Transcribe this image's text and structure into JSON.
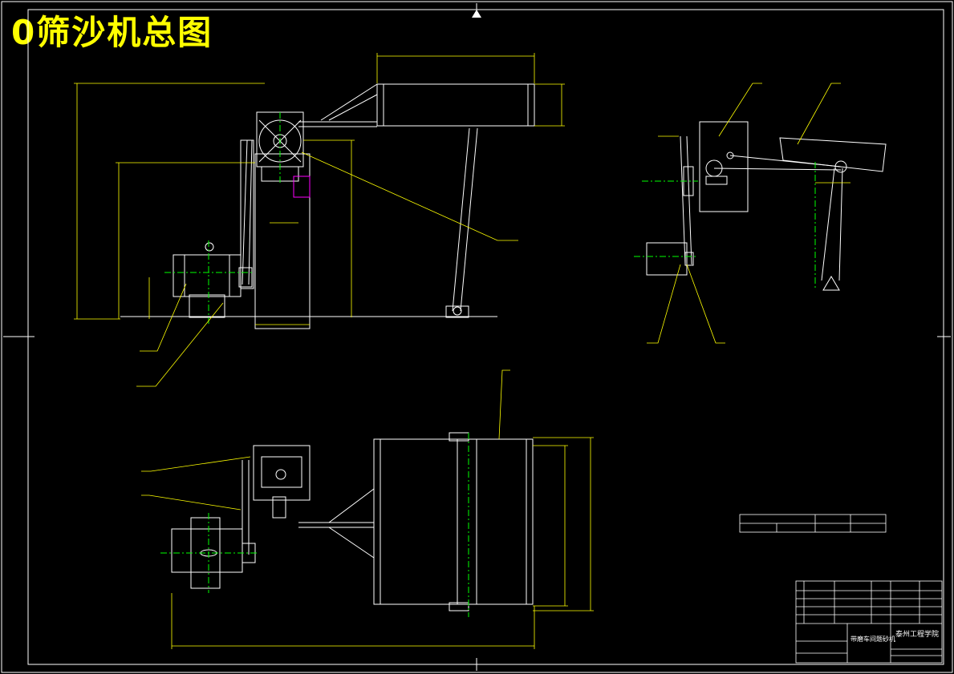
{
  "drawing": {
    "title": "0筛沙机总图",
    "colors": {
      "background": "#000000",
      "title": "#ffff00",
      "outline": "#ffffff",
      "dimension": "#ffff00",
      "centerline": "#00ff00",
      "highlight": "#ff00ff",
      "border": "#ffffff"
    }
  },
  "title_block": {
    "school": "泰州工程学院",
    "drawing_name": "带磨车间题砂机"
  }
}
